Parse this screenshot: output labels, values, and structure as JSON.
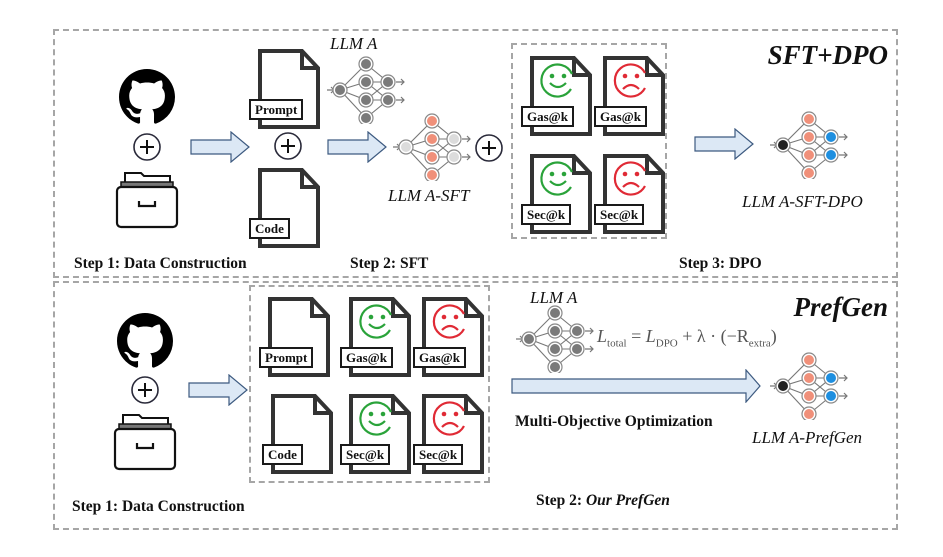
{
  "panels": {
    "top": {
      "title": "SFT+DPO",
      "steps": [
        "Step 1: Data Construction",
        "Step 2: SFT",
        "Step 3: DPO"
      ],
      "models": {
        "base": "LLM A",
        "sft": "LLM A-SFT",
        "dpo": "LLM A-SFT-DPO"
      },
      "documents": {
        "inputs": [
          "Prompt",
          "Code"
        ],
        "preferences": [
          {
            "label": "Gas@k",
            "sentiment": "positive"
          },
          {
            "label": "Gas@k",
            "sentiment": "negative"
          },
          {
            "label": "Sec@k",
            "sentiment": "positive"
          },
          {
            "label": "Sec@k",
            "sentiment": "negative"
          }
        ]
      }
    },
    "bottom": {
      "title": "PrefGen",
      "step1": "Step 1: Data Construction",
      "step2_prefix": "Step 2: ",
      "step2_emph": "Our PrefGen",
      "models": {
        "base": "LLM A",
        "final": "LLM A-PrefGen"
      },
      "optimization_label": "Multi-Objective Optimization",
      "formula": {
        "lhs": "L",
        "lhs_sub": "total",
        "eq": " = ",
        "term1": "L",
        "term1_sub": "DPO",
        "rest": " + λ · (−R",
        "rest_sub": "extra",
        "close": ")"
      },
      "documents": {
        "inputs": [
          "Prompt",
          "Code"
        ],
        "preferences": [
          {
            "label": "Gas@k",
            "sentiment": "positive"
          },
          {
            "label": "Gas@k",
            "sentiment": "negative"
          },
          {
            "label": "Sec@k",
            "sentiment": "positive"
          },
          {
            "label": "Sec@k",
            "sentiment": "negative"
          }
        ]
      }
    }
  },
  "icons": {
    "source": "github-icon",
    "archive": "file-cabinet-icon",
    "combine": "plus-circle-icon",
    "flow": "block-arrow-icon",
    "model": "neural-network-icon",
    "good": "smiley-face-icon",
    "bad": "sad-face-icon"
  },
  "colors": {
    "dashed_border": "#a6a6a6",
    "arrow_fill": "#dce8f5",
    "arrow_stroke": "#3d5a80",
    "node_gray": "#7a7a7a",
    "node_light": "#dcdcdc",
    "node_salmon": "#f0907a",
    "node_blue": "#1e8fe0",
    "node_black": "#222222",
    "smile_green": "#2aa33a",
    "sad_red": "#e02a35"
  }
}
